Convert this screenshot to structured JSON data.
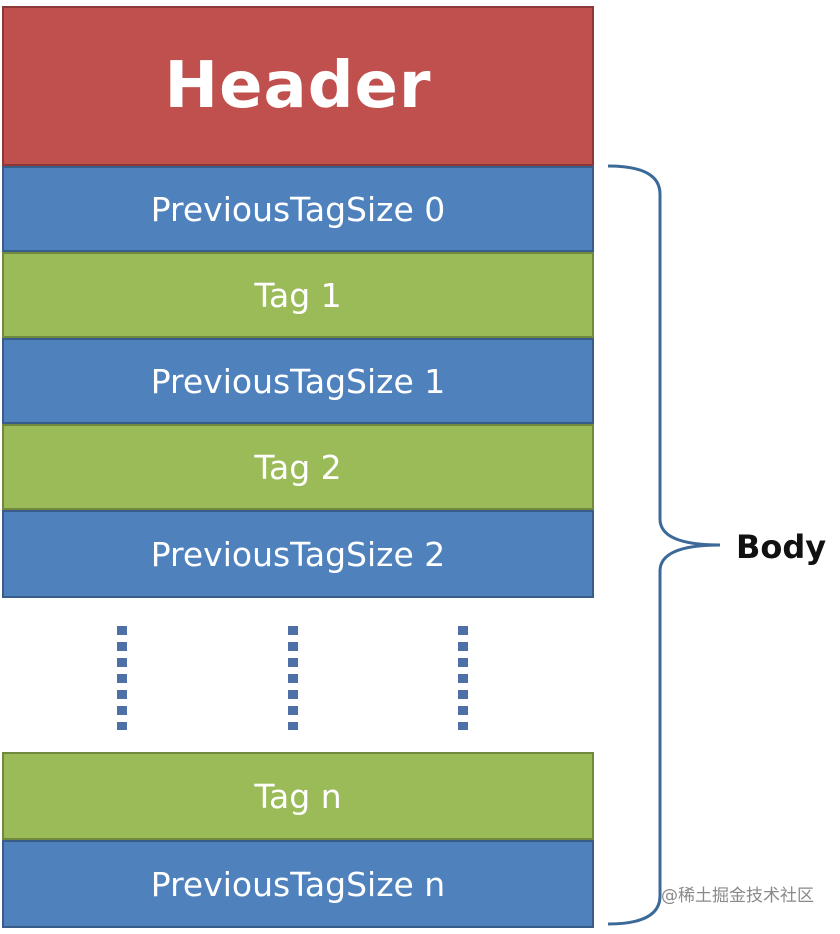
{
  "header": {
    "label": "Header"
  },
  "rows": {
    "prev0": "PreviousTagSize 0",
    "tag1": "Tag 1",
    "prev1": "PreviousTagSize 1",
    "tag2": "Tag 2",
    "prev2": "PreviousTagSize 2",
    "tagn": "Tag n",
    "prevn": "PreviousTagSize n"
  },
  "body_label": "Body",
  "watermark": "@稀土掘金技术社区",
  "colors": {
    "header": "#c0504d",
    "previous_tag_size": "#4f81bd",
    "tag": "#9bbb59",
    "ellipsis_dots": "#4f6fa8"
  }
}
